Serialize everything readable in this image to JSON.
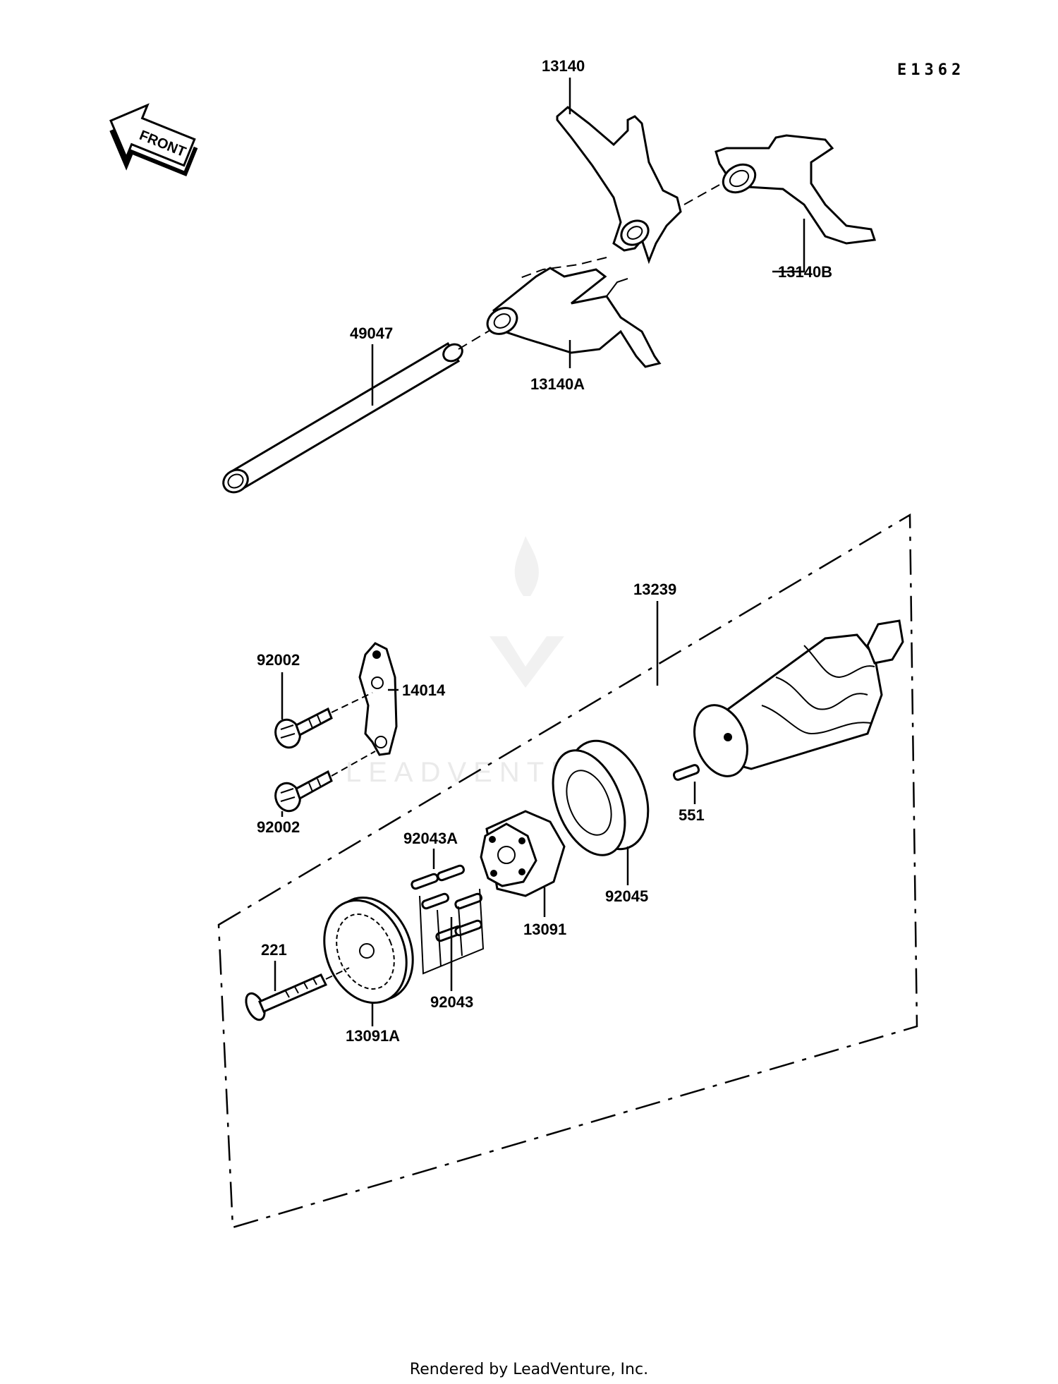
{
  "diagram_code": "E1362",
  "front_label": "FRONT",
  "watermark": "LEADVENTURE",
  "footer": "Rendered by LeadVenture, Inc.",
  "parts": {
    "fork_13140": "13140",
    "fork_13140B": "13140B",
    "fork_13140A": "13140A",
    "shaft_49047": "49047",
    "drum_assy_13239": "13239",
    "bolt_92002_top": "92002",
    "bolt_92002_bottom": "92002",
    "plate_14014": "14014",
    "pin_551": "551",
    "bearing_92045": "92045",
    "pin_92043A": "92043A",
    "pin_92043": "92043",
    "cam_13091": "13091",
    "plate_13091A": "13091A",
    "screw_221": "221"
  }
}
